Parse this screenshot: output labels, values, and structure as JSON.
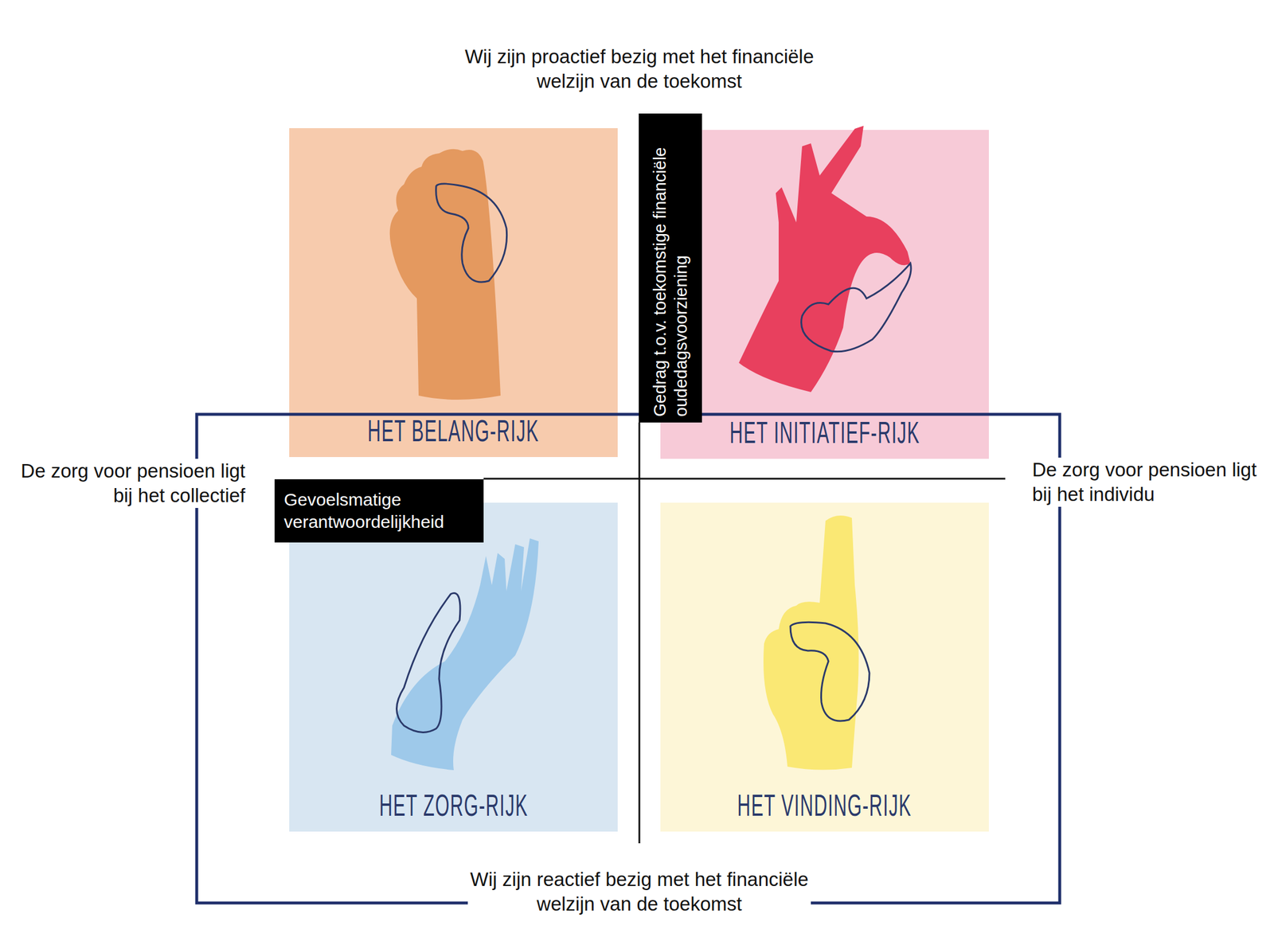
{
  "diagram": {
    "nodes": [
      {
        "text": [
          "HET BELANG-RIJK"
        ]
      },
      {
        "text": [
          "Gedrag t.o.v. toekomstige financiële oudedagsvoorziening"
        ]
      },
      {
        "text": [
          "HET INITIATIEF-RIJK"
        ]
      },
      {
        "text": [
          "Gevoelsmatige verantwoordelijkheid"
        ]
      },
      {
        "text": [
          "HET ZORG-RIJK"
        ]
      },
      {
        "text": [
          "HET VINDING-RIJK"
        ]
      }
    ],
    "labels": [
      "Wij zijn proactief bezig met het financiële welzijn van de toekomst",
      "De zorg voor pensioen ligt bij het collectief",
      "De zorg voor pensioen ligt bij het individu",
      "Wij zijn reactief bezig met het financiële welzijn van de toekomst"
    ]
  }
}
